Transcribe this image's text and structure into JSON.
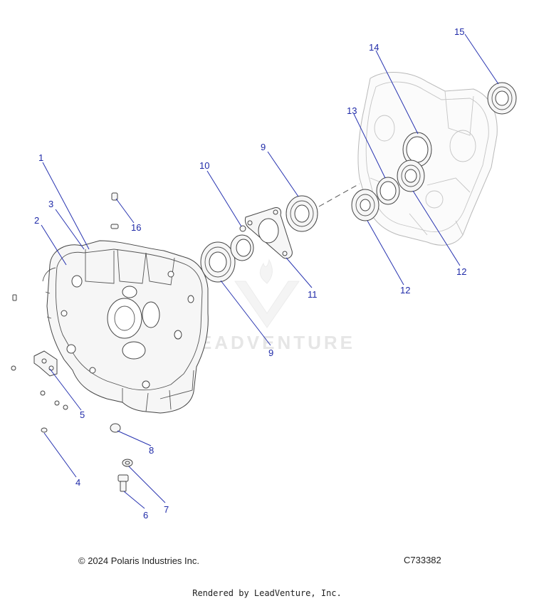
{
  "callouts": [
    {
      "id": "c1",
      "label": "1"
    },
    {
      "id": "c2",
      "label": "2"
    },
    {
      "id": "c3",
      "label": "3"
    },
    {
      "id": "c4",
      "label": "4"
    },
    {
      "id": "c5",
      "label": "5"
    },
    {
      "id": "c6",
      "label": "6"
    },
    {
      "id": "c7",
      "label": "7"
    },
    {
      "id": "c8",
      "label": "8"
    },
    {
      "id": "c9a",
      "label": "9"
    },
    {
      "id": "c9b",
      "label": "9"
    },
    {
      "id": "c10",
      "label": "10"
    },
    {
      "id": "c11",
      "label": "11"
    },
    {
      "id": "c12a",
      "label": "12"
    },
    {
      "id": "c12b",
      "label": "12"
    },
    {
      "id": "c13",
      "label": "13"
    },
    {
      "id": "c14",
      "label": "14"
    },
    {
      "id": "c15",
      "label": "15"
    },
    {
      "id": "c16",
      "label": "16"
    }
  ],
  "watermark": "LEADVENTURE",
  "footer": {
    "copyright": "© 2024 Polaris Industries Inc.",
    "diagram_id": "C733382",
    "rendered_by": "Rendered by LeadVenture, Inc."
  },
  "colors": {
    "callout": "#1f2aa8",
    "watermark": "#e6e6e6"
  }
}
